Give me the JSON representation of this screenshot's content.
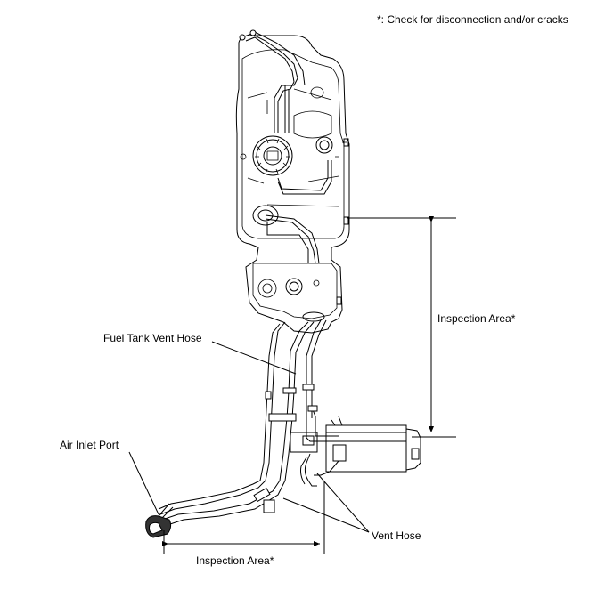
{
  "note": "*: Check for disconnection and/or cracks",
  "labels": {
    "fuel_tank_vent_hose": "Fuel Tank Vent Hose",
    "air_inlet_port": "Air Inlet Port",
    "vent_hose": "Vent Hose",
    "inspection_area_right": "Inspection Area*",
    "inspection_area_bottom": "Inspection Area*"
  }
}
